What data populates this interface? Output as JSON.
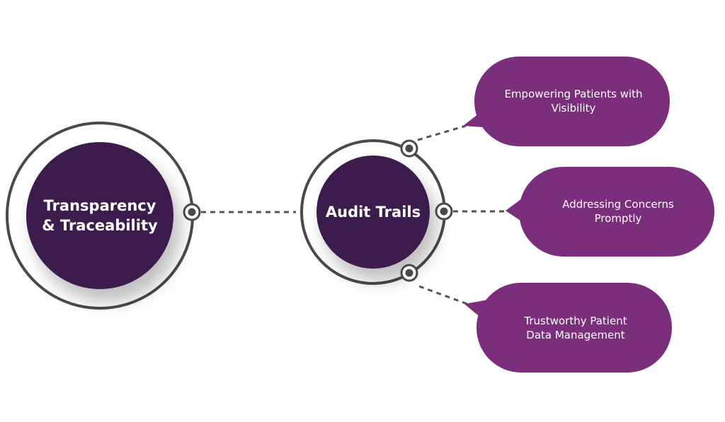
{
  "colors": {
    "circle_fill": "#3b1a4d",
    "bubble_fill": "#7b2e7b",
    "ring_stroke": "#4a4a4a",
    "connector": "#555555",
    "background": "#ffffff"
  },
  "main_node": {
    "label": "Transparency\n& Traceability"
  },
  "hub_node": {
    "label": "Audit Trails"
  },
  "bubbles": [
    {
      "label": "Empowering Patients with\nVisibility"
    },
    {
      "label": "Addressing Concerns\nPromptly"
    },
    {
      "label": "Trustworthy Patient\nData Management"
    }
  ]
}
